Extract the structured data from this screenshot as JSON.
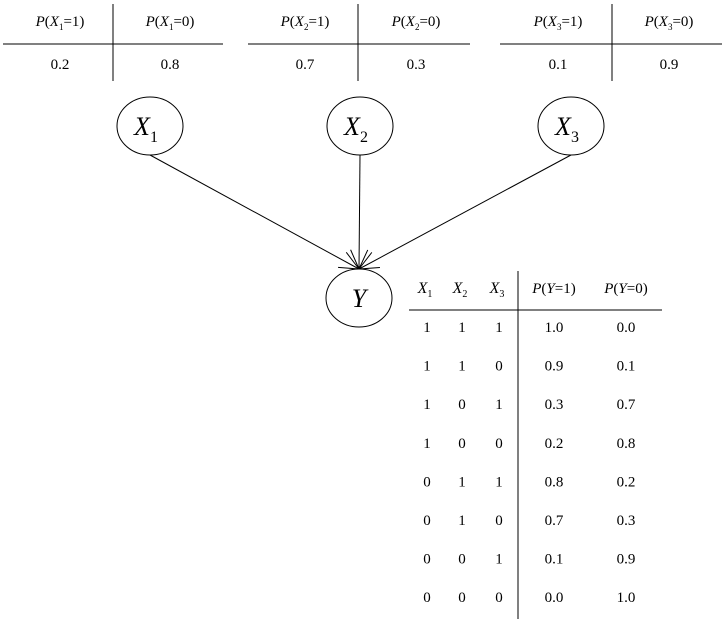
{
  "priors": [
    {
      "var": "X",
      "sub": "1",
      "p_true": "0.2",
      "p_false": "0.8"
    },
    {
      "var": "X",
      "sub": "2",
      "p_true": "0.7",
      "p_false": "0.3"
    },
    {
      "var": "X",
      "sub": "3",
      "p_true": "0.1",
      "p_false": "0.9"
    }
  ],
  "prior_header": {
    "p": "P",
    "open": "(",
    "eq1": "=1)",
    "eq0": "=0)"
  },
  "nodes": [
    {
      "var": "X",
      "sub": "1"
    },
    {
      "var": "X",
      "sub": "2"
    },
    {
      "var": "X",
      "sub": "3"
    },
    {
      "var": "Y",
      "sub": ""
    }
  ],
  "cpt": {
    "parents": [
      {
        "var": "X",
        "sub": "1"
      },
      {
        "var": "X",
        "sub": "2"
      },
      {
        "var": "X",
        "sub": "3"
      }
    ],
    "child": "Y",
    "rows": [
      [
        "1",
        "1",
        "1",
        "1.0",
        "0.0"
      ],
      [
        "1",
        "1",
        "0",
        "0.9",
        "0.1"
      ],
      [
        "1",
        "0",
        "1",
        "0.3",
        "0.7"
      ],
      [
        "1",
        "0",
        "0",
        "0.2",
        "0.8"
      ],
      [
        "0",
        "1",
        "1",
        "0.8",
        "0.2"
      ],
      [
        "0",
        "1",
        "0",
        "0.7",
        "0.3"
      ],
      [
        "0",
        "0",
        "1",
        "0.1",
        "0.9"
      ],
      [
        "0",
        "0",
        "0",
        "0.0",
        "1.0"
      ]
    ]
  },
  "edges": [
    {
      "from": 0,
      "to": 3
    },
    {
      "from": 1,
      "to": 3
    },
    {
      "from": 2,
      "to": 3
    }
  ]
}
